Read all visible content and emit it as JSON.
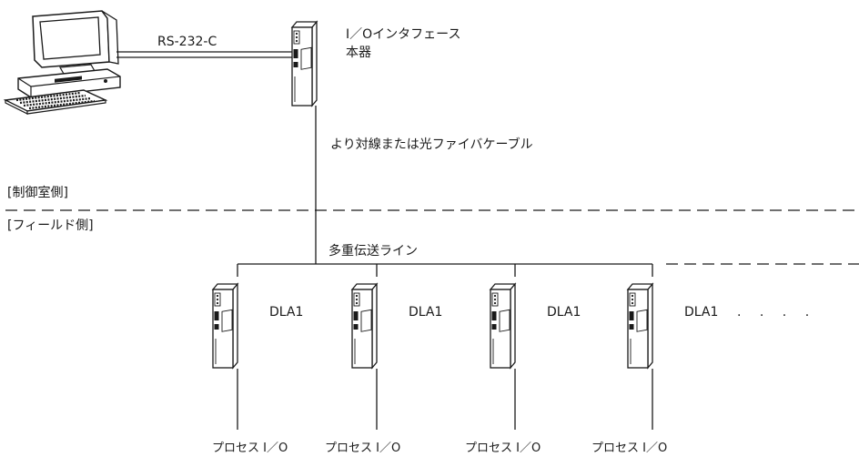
{
  "link": {
    "label": "RS-232-C"
  },
  "interface_unit": {
    "label_line1": "I／Oインタフェース",
    "label_line2": "本器"
  },
  "trunk_cable": {
    "label": "より対線または光ファイバケーブル"
  },
  "zones": {
    "control_room": "[制御室側]",
    "field": "[フィールド側]"
  },
  "bus": {
    "label": "多重伝送ライン"
  },
  "nodes": [
    {
      "label": "DLA1",
      "io": "プロセス I／O"
    },
    {
      "label": "DLA1",
      "io": "プロセス I／O"
    },
    {
      "label": "DLA1",
      "io": "プロセス I／O"
    },
    {
      "label": "DLA1",
      "io": "プロセス I／O"
    }
  ],
  "continuation": ". . . ."
}
